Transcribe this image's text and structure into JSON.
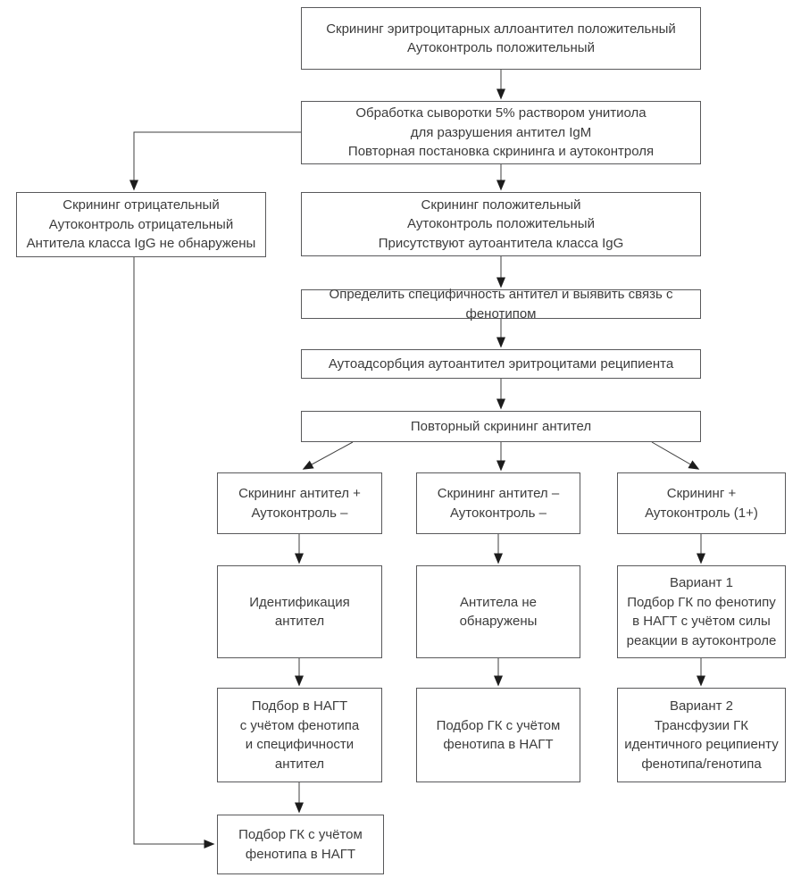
{
  "diagram": {
    "colors": {
      "background": "#ffffff",
      "box_border": "#59595b",
      "line": "#3f3f3f",
      "arrowhead": "#1c1c1c",
      "text": "#3c3c3c"
    },
    "nodes": {
      "start": {
        "text": "Скрининг эритроцитарных аллоантител положительный\nАутоконтроль положительный"
      },
      "unithiol": {
        "text": "Обработка сыворотки 5% раствором унитиола\nдля разрушения антител IgM\nПовторная постановка скрининга и аутоконтроля"
      },
      "negative": {
        "text": "Скрининг отрицательный\nАутоконтроль отрицательный\nАнтитела класса IgG не обнаружены"
      },
      "positive_igg": {
        "text": "Скрининг положительный\nАутоконтроль положительный\nПрисутствуют аутоантитела класса IgG"
      },
      "specificity": {
        "text": "Определить специфичность антител и выявить связь с фенотипом"
      },
      "autoadsorption": {
        "text": "Аутоадсорбция аутоантител эритроцитами реципиента"
      },
      "repeat_screening": {
        "text": "Повторный скрининг антител"
      },
      "branch1_left": {
        "text": "Скрининг антител +\nАутоконтроль –"
      },
      "branch1_mid": {
        "text": "Скрининг антител –\nАутоконтроль –"
      },
      "branch1_right": {
        "text": "Скрининг +\nАутоконтроль (1+)"
      },
      "branch2_left": {
        "text": "Идентификация антител"
      },
      "branch2_mid": {
        "text": "Антитела не обнаружены"
      },
      "branch2_right": {
        "text": "Вариант 1\nПодбор ГК по фенотипу\nв НАГТ с учётом силы\nреакции в аутоконтроле"
      },
      "branch3_left": {
        "text": "Подбор в НАГТ\nс учётом фенотипа\nи специфичности\nантител"
      },
      "branch3_mid": {
        "text": "Подбор ГК с учётом\nфенотипа в НАГТ"
      },
      "branch3_right": {
        "text": "Вариант 2\nТрансфузии ГК\nидентичного реципиенту\nфенотипа/генотипа"
      },
      "final_selection": {
        "text": "Подбор ГК с учётом\nфенотипа в НАГТ"
      }
    }
  }
}
